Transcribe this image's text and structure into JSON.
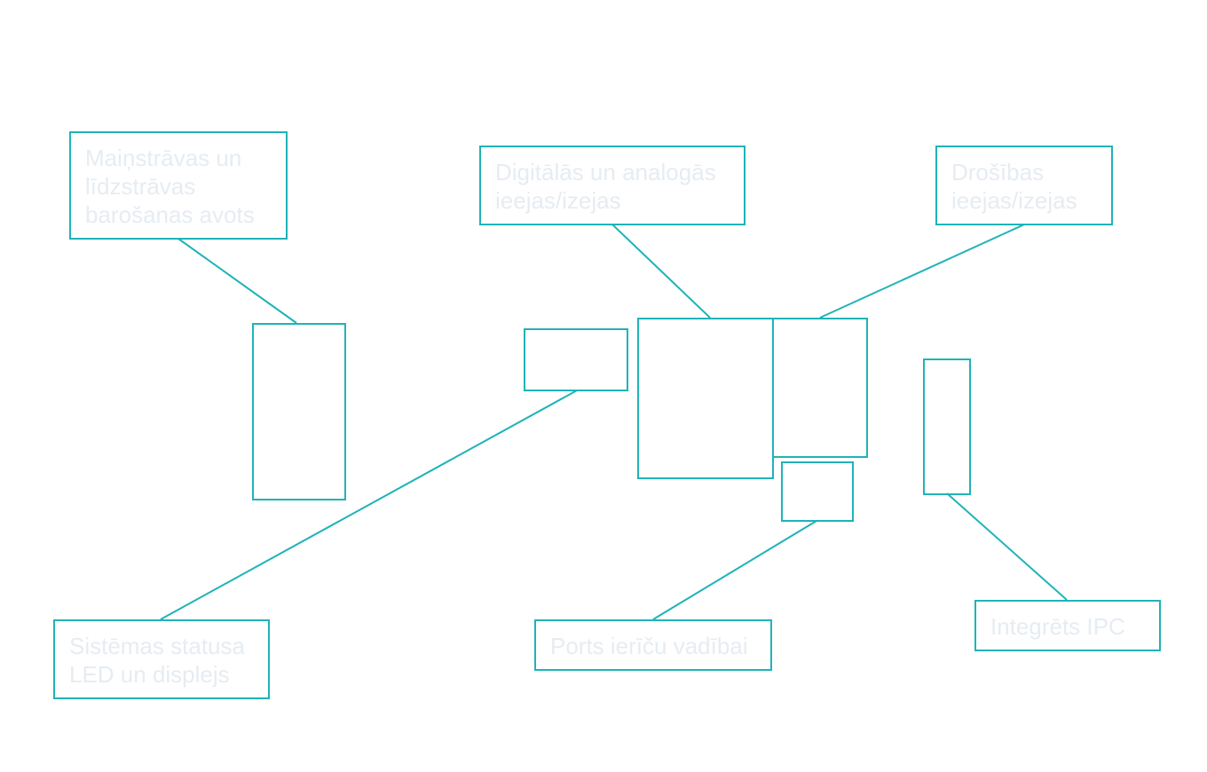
{
  "colors": {
    "accent": "#1fb3b8",
    "label_text": "#e6ecf2",
    "background": "#ffffff"
  },
  "callouts": {
    "ac_dc_power": "Maiņstrāvas un līdzstrāvas barošanas avots",
    "digital_analog_io": "Digitālās un analogās ieejas/izejas",
    "safety_io": "Drošības ieejas/izejas",
    "status_led_display": "Sistēmas statusa LED un displejs",
    "device_control_port": "Ports ierīču vadībai",
    "integrated_ipc": "Integrēts IPC"
  }
}
